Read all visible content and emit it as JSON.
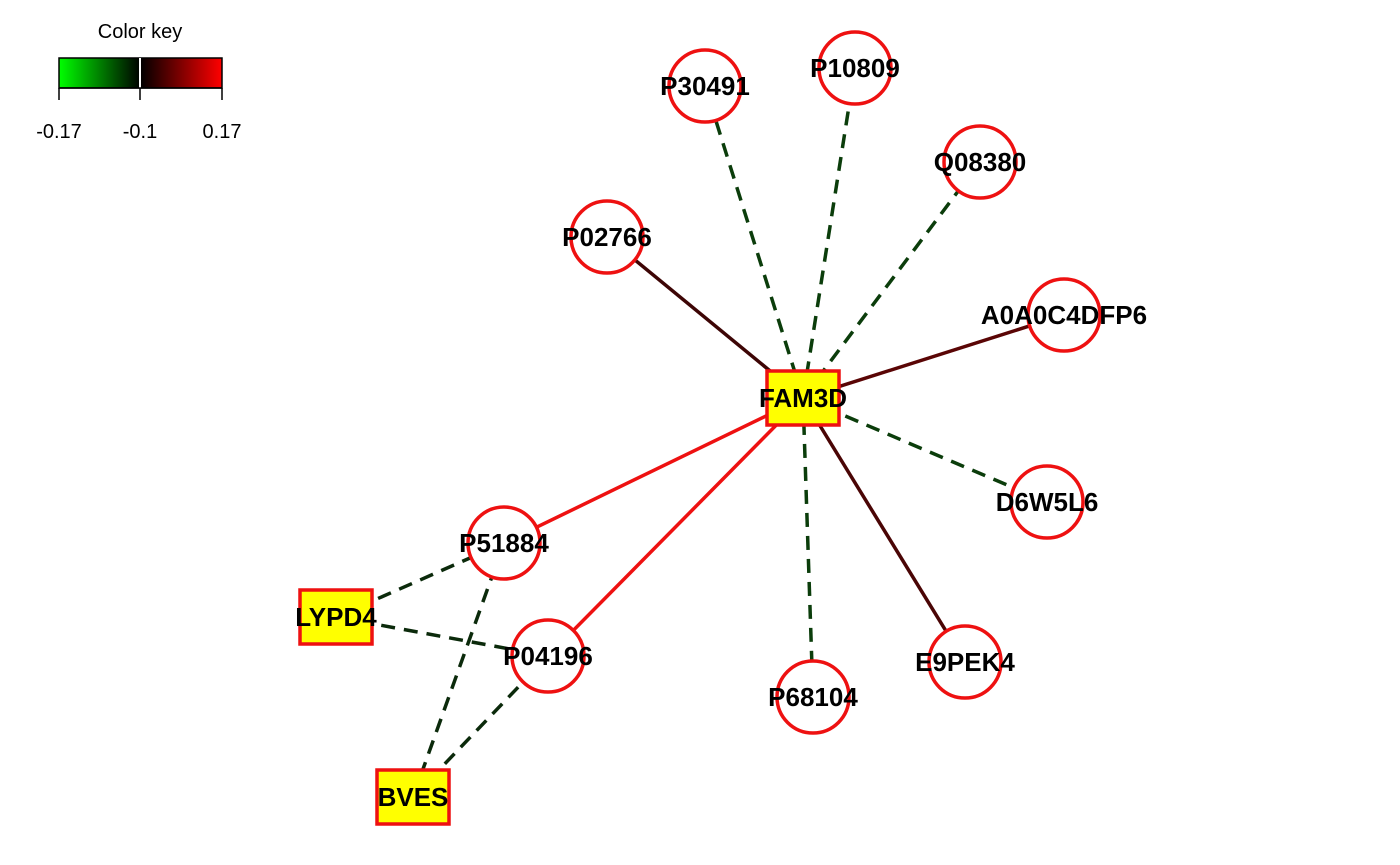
{
  "color_key": {
    "title": "Color key",
    "min_label": "-0.17",
    "mid_label": "-0.1",
    "max_label": "0.17",
    "gradient": [
      "#00ff00",
      "#000000",
      "#ff0000"
    ]
  },
  "nodes": [
    {
      "id": "FAM3D",
      "label": "FAM3D",
      "shape": "square"
    },
    {
      "id": "LYPD4",
      "label": "LYPD4",
      "shape": "square"
    },
    {
      "id": "BVES",
      "label": "BVES",
      "shape": "square"
    },
    {
      "id": "P30491",
      "label": "P30491",
      "shape": "circle"
    },
    {
      "id": "P10809",
      "label": "P10809",
      "shape": "circle"
    },
    {
      "id": "Q08380",
      "label": "Q08380",
      "shape": "circle"
    },
    {
      "id": "P02766",
      "label": "P02766",
      "shape": "circle"
    },
    {
      "id": "A0A0C4DFP6",
      "label": "A0A0C4DFP6",
      "shape": "circle"
    },
    {
      "id": "D6W5L6",
      "label": "D6W5L6",
      "shape": "circle"
    },
    {
      "id": "E9PEK4",
      "label": "E9PEK4",
      "shape": "circle"
    },
    {
      "id": "P68104",
      "label": "P68104",
      "shape": "circle"
    },
    {
      "id": "P51884",
      "label": "P51884",
      "shape": "circle"
    },
    {
      "id": "P04196",
      "label": "P04196",
      "shape": "circle"
    }
  ],
  "edges": [
    {
      "from": "FAM3D",
      "to": "P30491",
      "color": "#0b3d0b",
      "style": "dashed"
    },
    {
      "from": "FAM3D",
      "to": "P10809",
      "color": "#0b3d0b",
      "style": "dashed"
    },
    {
      "from": "FAM3D",
      "to": "Q08380",
      "color": "#0b3d0b",
      "style": "dashed"
    },
    {
      "from": "FAM3D",
      "to": "P02766",
      "color": "#3d0505",
      "style": "solid"
    },
    {
      "from": "FAM3D",
      "to": "A0A0C4DFP6",
      "color": "#5a0505",
      "style": "solid"
    },
    {
      "from": "FAM3D",
      "to": "D6W5L6",
      "color": "#0b3d0b",
      "style": "dashed"
    },
    {
      "from": "FAM3D",
      "to": "E9PEK4",
      "color": "#4a0505",
      "style": "solid"
    },
    {
      "from": "FAM3D",
      "to": "P68104",
      "color": "#0b3d0b",
      "style": "dashed"
    },
    {
      "from": "FAM3D",
      "to": "P51884",
      "color": "#ee1111",
      "style": "solid"
    },
    {
      "from": "FAM3D",
      "to": "P04196",
      "color": "#ee1111",
      "style": "solid"
    },
    {
      "from": "LYPD4",
      "to": "P51884",
      "color": "#0b2a0b",
      "style": "dashed"
    },
    {
      "from": "LYPD4",
      "to": "P04196",
      "color": "#0b2a0b",
      "style": "dashed"
    },
    {
      "from": "BVES",
      "to": "P51884",
      "color": "#0b2a0b",
      "style": "dashed"
    },
    {
      "from": "BVES",
      "to": "P04196",
      "color": "#0b2a0b",
      "style": "dashed"
    }
  ],
  "colors": {
    "node_stroke": "#ee1111",
    "circle_fill": "#ffffff",
    "square_fill": "#ffff00"
  }
}
